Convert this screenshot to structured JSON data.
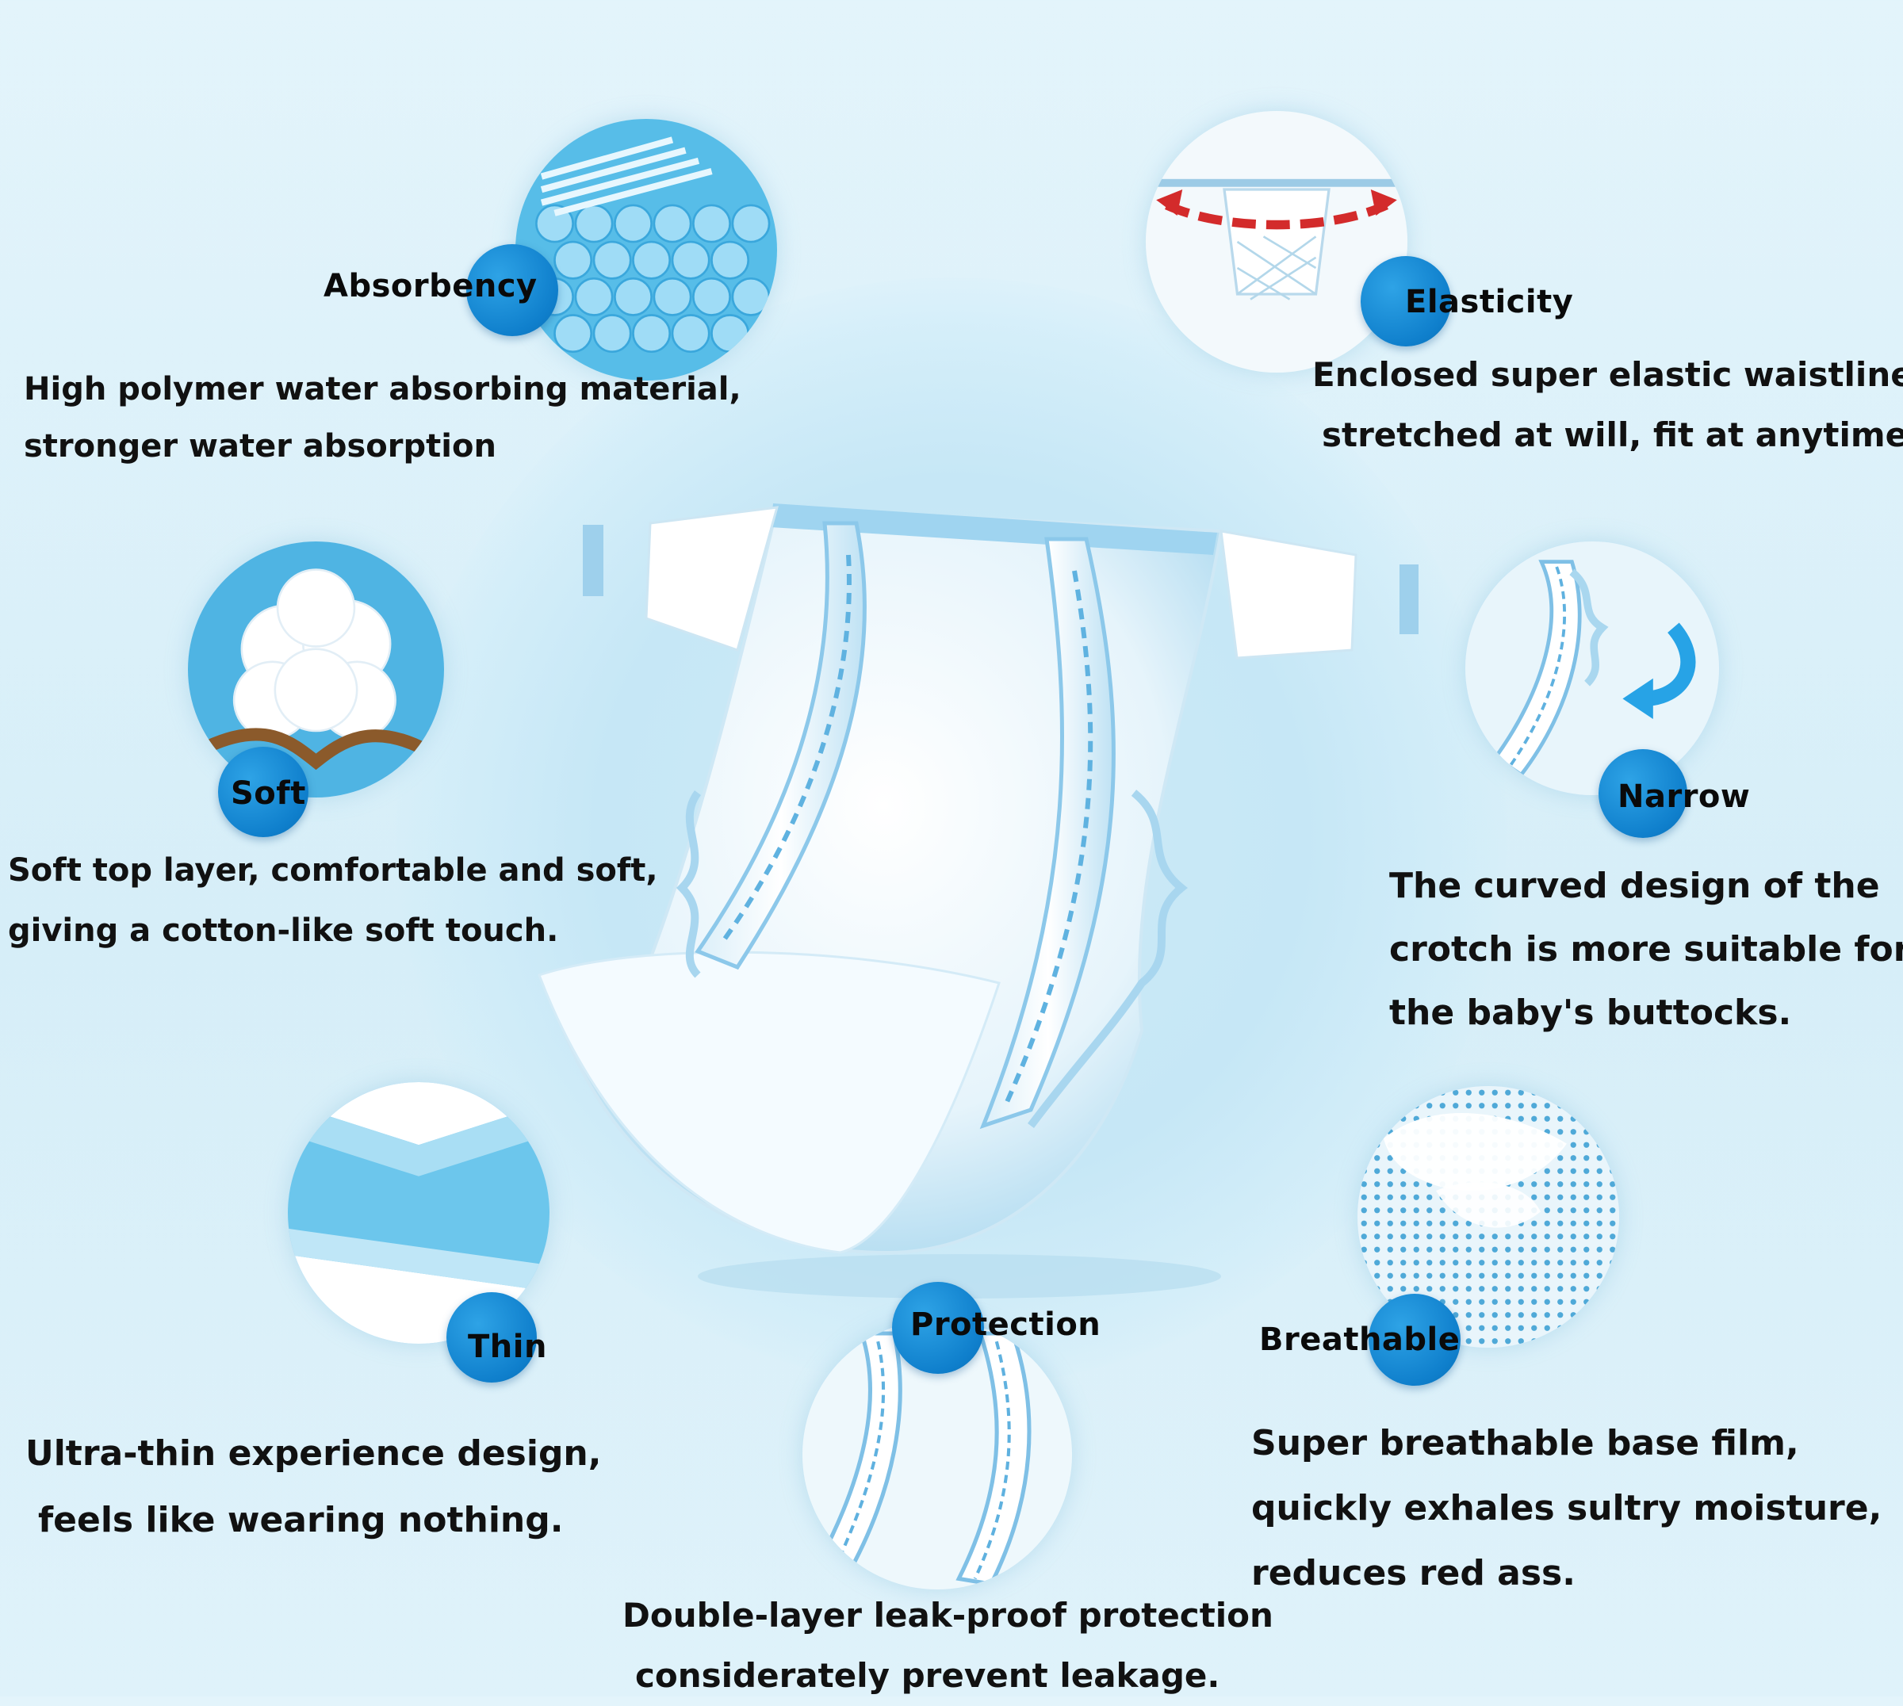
{
  "features": {
    "absorbency": {
      "title": "Absorbency",
      "lines": [
        "High polymer water absorbing material,",
        "stronger water absorption"
      ]
    },
    "elasticity": {
      "title": "Elasticity",
      "lines": [
        "Enclosed super elastic waistline,",
        "stretched at will, fit at anytime."
      ]
    },
    "soft": {
      "title": "Soft",
      "lines": [
        "Soft top layer, comfortable and soft,",
        "giving a cotton-like soft touch."
      ]
    },
    "narrow": {
      "title": "Narrow",
      "lines": [
        "The curved design of the",
        "crotch is more suitable for",
        "the baby's buttocks."
      ]
    },
    "thin": {
      "title": "Thin",
      "lines": [
        "Ultra-thin experience design,",
        "feels like wearing nothing."
      ]
    },
    "protection": {
      "title": "Protection",
      "lines": [
        "Double-layer leak-proof protection",
        "considerately prevent leakage."
      ]
    },
    "breathable": {
      "title": "Breathable",
      "lines": [
        "Super breathable base film,",
        "quickly exhales sultry moisture,",
        "reduces red ass."
      ]
    }
  },
  "colors": {
    "badge": "#1487d6",
    "background": "#dcf0f9",
    "text": "#111111"
  },
  "icons": {
    "absorbency": "polymer-beads-icon",
    "elasticity": "elastic-waistband-icon",
    "soft": "cotton-boll-icon",
    "narrow": "curved-crotch-icon",
    "thin": "thin-layer-icon",
    "protection": "leak-guard-icon",
    "breathable": "perforated-film-icon"
  }
}
